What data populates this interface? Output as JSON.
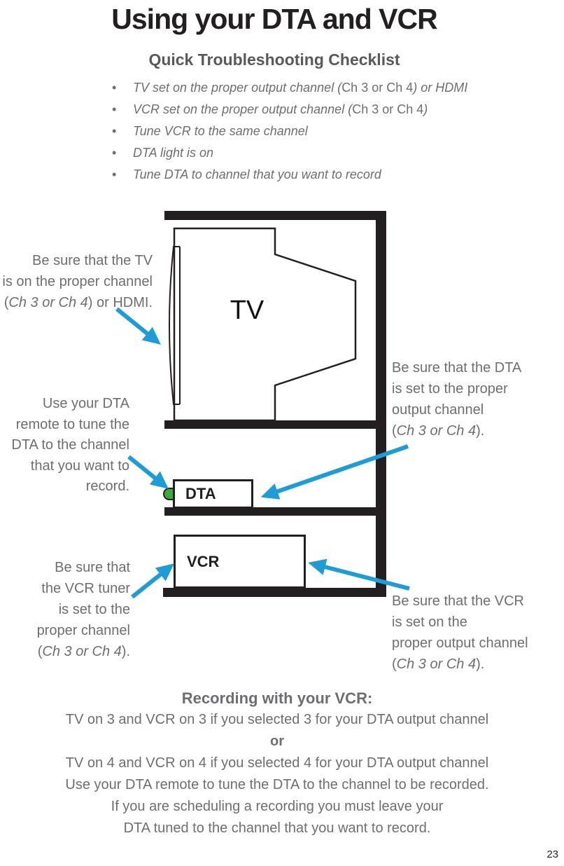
{
  "header": {
    "title": "Using your DTA and VCR",
    "subtitle": "Quick Troubleshooting Checklist"
  },
  "checklist": {
    "bullet": "•",
    "items": [
      {
        "pre": "TV set on the proper output channel (",
        "plain": "Ch 3 or Ch 4",
        "post": ") or HDMI"
      },
      {
        "pre": "VCR set on the proper output channel (",
        "plain": "Ch 3 or Ch 4",
        "post": ")"
      },
      {
        "pre": "Tune VCR to the same channel",
        "plain": "",
        "post": ""
      },
      {
        "pre": "DTA light is on",
        "plain": "",
        "post": ""
      },
      {
        "pre": "Tune DTA to channel that you want to record",
        "plain": "",
        "post": ""
      }
    ]
  },
  "diagram": {
    "tv_label": "TV",
    "dta_label": "DTA",
    "vcr_label": "VCR",
    "colors": {
      "arrow_blue": "#1e9cd7",
      "led_green": "#3faa3c",
      "shelf_black": "#231f20",
      "text_gray": "#6d6e71"
    }
  },
  "callouts": {
    "tv": {
      "line1": "Be sure that the TV",
      "line2": "is on the proper channel",
      "pre": "(",
      "italic": "Ch 3 or Ch 4",
      "post": ") or HDMI."
    },
    "dta_remote": {
      "line1": "Use your DTA",
      "line2": "remote to tune the",
      "line3": "DTA to the channel",
      "line4": "that you want to",
      "line5": "record."
    },
    "vcr_tuner": {
      "line1": "Be sure that",
      "line2": "the VCR tuner",
      "line3": "is set to the",
      "line4": "proper channel",
      "pre": "(",
      "italic": "Ch 3 or Ch 4",
      "post": ")."
    },
    "dta_output": {
      "line1": "Be sure that the DTA",
      "line2": "is set to the proper",
      "line3": "output channel",
      "pre": "(",
      "italic": "Ch 3 or Ch 4",
      "post": ")."
    },
    "vcr_output": {
      "line1": "Be sure that the VCR",
      "line2": "is set on the",
      "line3": "proper output channel",
      "pre": "(",
      "italic": "Ch 3 or Ch 4",
      "post": ")."
    }
  },
  "recording": {
    "heading": "Recording with your VCR:",
    "line1": "TV on 3 and VCR on 3 if you selected 3 for your DTA output channel",
    "or": "or",
    "line2": "TV on 4 and VCR on 4 if you selected 4 for your DTA output channel",
    "line3": "Use your DTA remote to tune the DTA to the channel to be recorded.",
    "line4": "If you are scheduling a recording you must leave your",
    "line5": "DTA tuned to the channel that you want to record."
  },
  "page": {
    "number": "23"
  }
}
